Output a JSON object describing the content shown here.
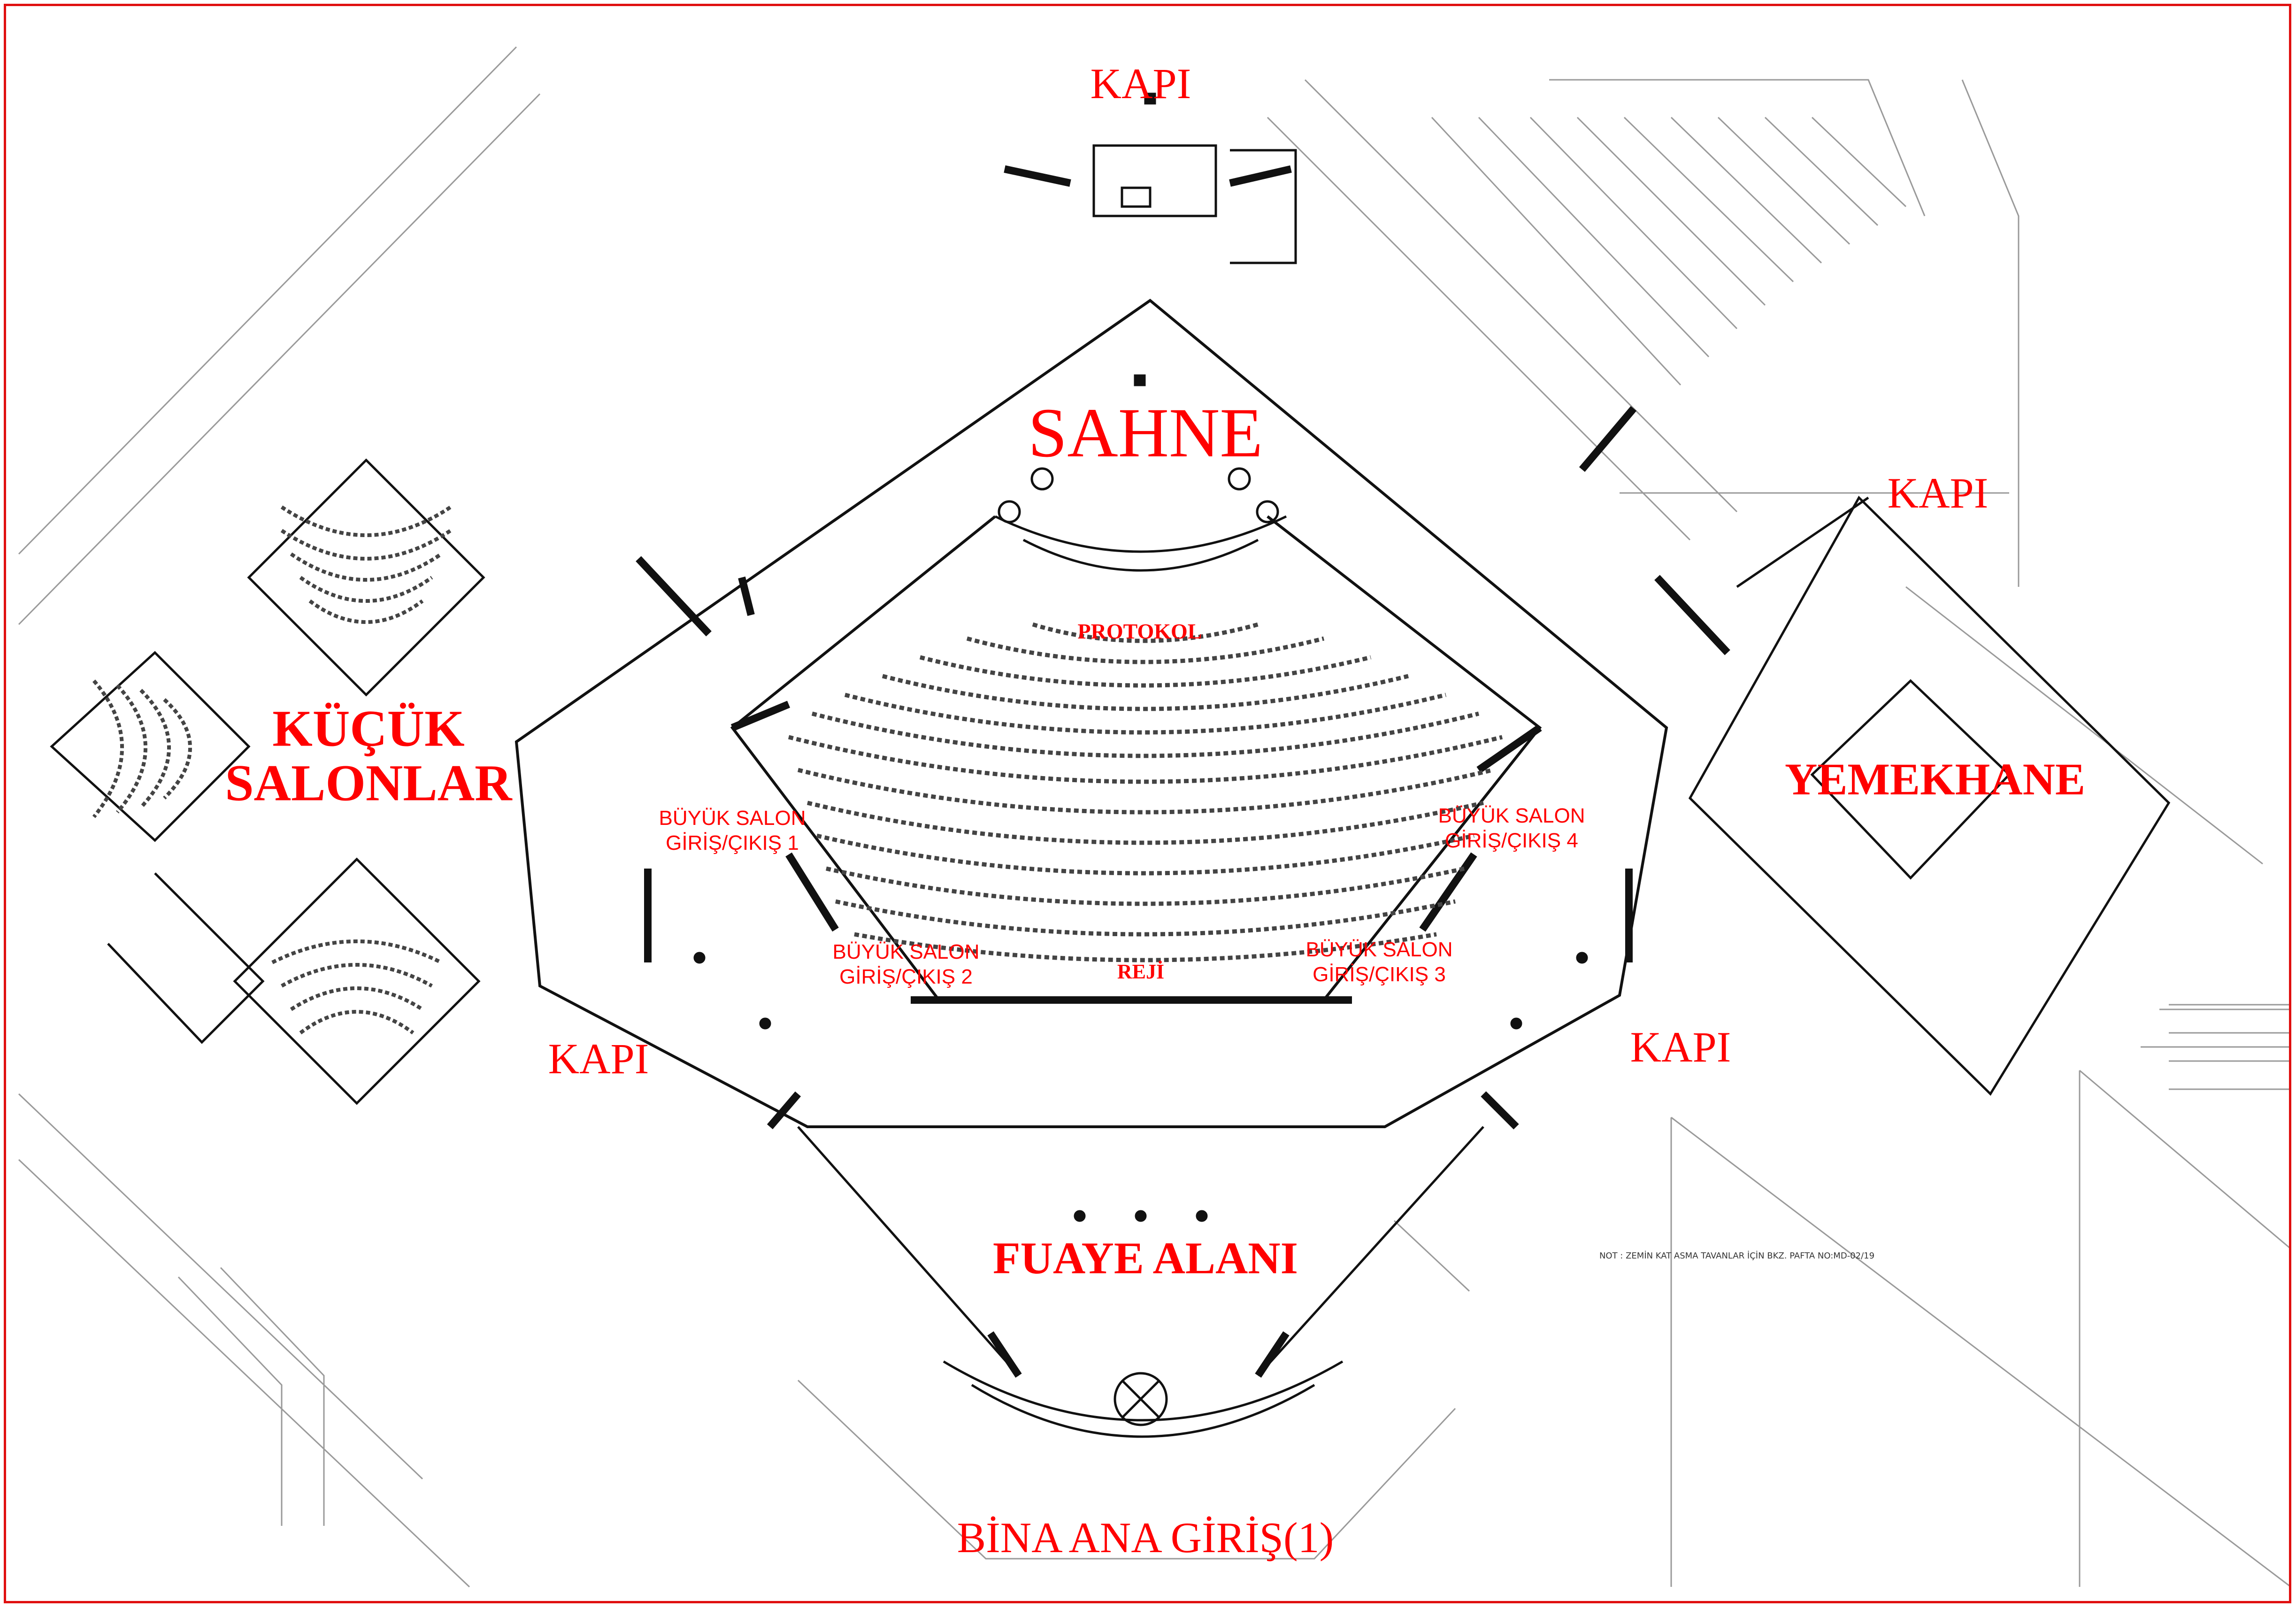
{
  "labels": {
    "kapi_top": "KAPI",
    "sahne": "SAHNE",
    "kapi_right": "KAPI",
    "kucuk_salonlar_line1": "KÜÇÜK",
    "kucuk_salonlar_line2": "SALONLAR",
    "yemekhane": "YEMEKHANE",
    "protokol": "PROTOKOL",
    "buyuk_salon_1_line1": "BÜYÜK SALON",
    "buyuk_salon_1_line2": "GİRİŞ/ÇIKIŞ 1",
    "buyuk_salon_4_line1": "BÜYÜK SALON",
    "buyuk_salon_4_line2": "GİRİŞ/ÇIKIŞ 4",
    "buyuk_salon_2_line1": "BÜYÜK SALON",
    "buyuk_salon_2_line2": "GİRİŞ/ÇIKIŞ 2",
    "buyuk_salon_3_line1": "BÜYÜK SALON",
    "buyuk_salon_3_line2": "GİRİŞ/ÇIKIŞ 3",
    "reji": "REJİ",
    "kapi_left": "KAPI",
    "kapi_lower_right": "KAPI",
    "fuaye_alani": "FUAYE ALANI",
    "bina_ana_giris": "BİNA ANA GİRİŞ(1)"
  },
  "note": "NOT : ZEMİN KAT ASMA TAVANLAR İÇİN BKZ. PAFTA NO:MD-02/19",
  "colors": {
    "label_red": "#ff0000",
    "frame_red": "#e01010",
    "line_gray": "#9a9a9a",
    "wall_black": "#111111"
  }
}
